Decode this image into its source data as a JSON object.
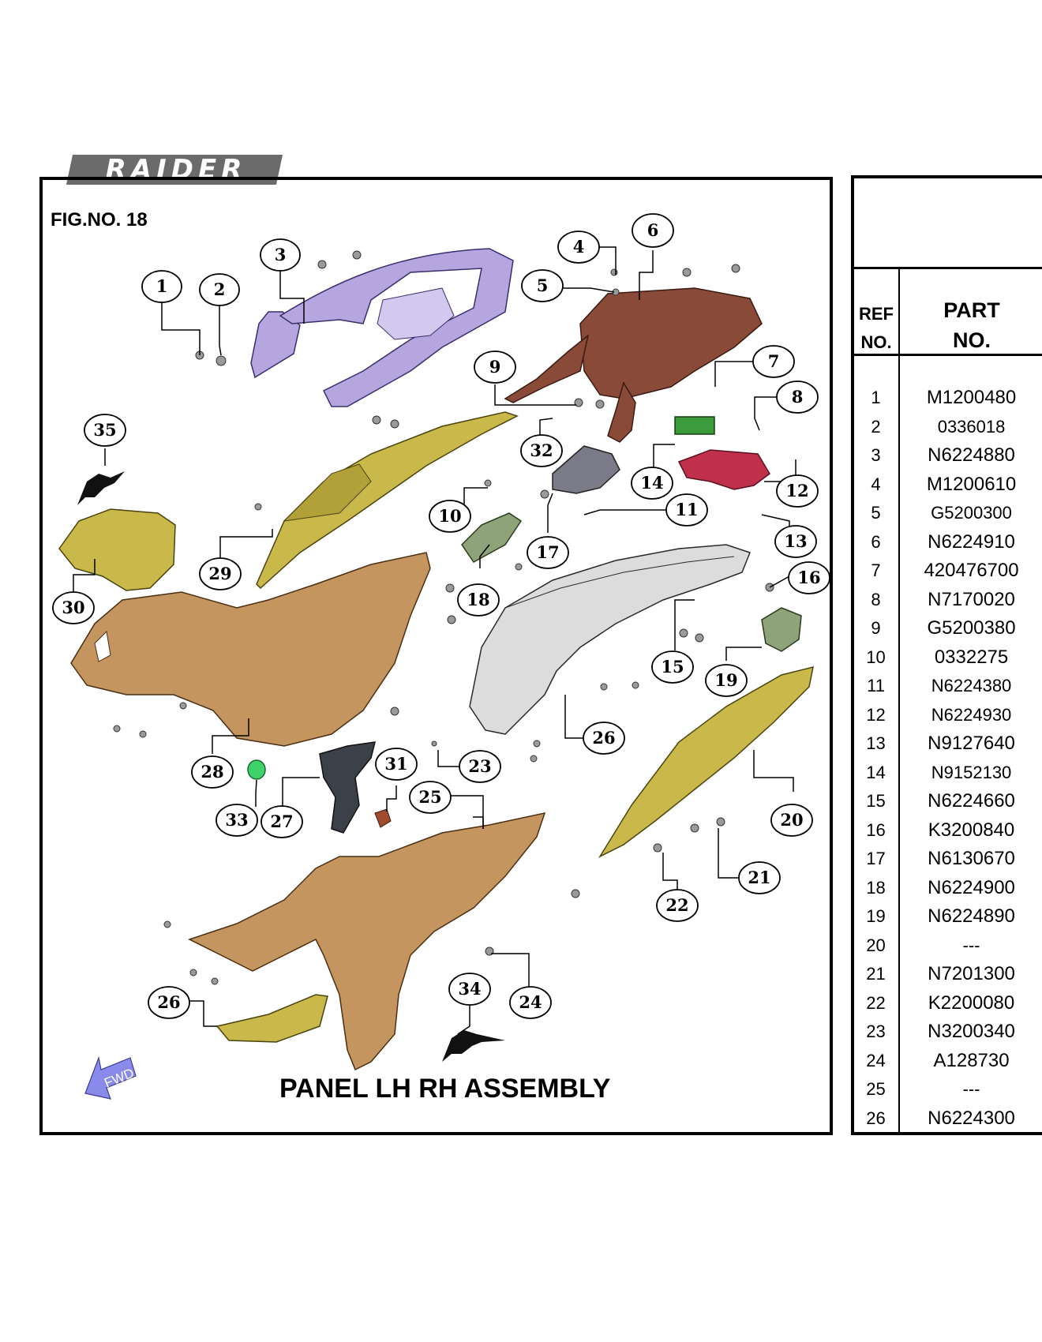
{
  "brand": {
    "logo_text": "RAIDER"
  },
  "figure": {
    "number_label": "FIG.NO. 18",
    "title": "PANEL LH RH ASSEMBLY",
    "direction_label": "FWD"
  },
  "table": {
    "header_ref": [
      "REF",
      "NO."
    ],
    "header_part": [
      "PART",
      "NO."
    ],
    "rows": [
      {
        "ref": "1",
        "part": "M1200480"
      },
      {
        "ref": "2",
        "part": "0336018"
      },
      {
        "ref": "3",
        "part": "N6224880"
      },
      {
        "ref": "4",
        "part": "M1200610"
      },
      {
        "ref": "5",
        "part": "G5200300"
      },
      {
        "ref": "6",
        "part": "N6224910"
      },
      {
        "ref": "7",
        "part": "420476700"
      },
      {
        "ref": "8",
        "part": "N7170020"
      },
      {
        "ref": "9",
        "part": "G5200380"
      },
      {
        "ref": "10",
        "part": "0332275"
      },
      {
        "ref": "11",
        "part": "N6224380"
      },
      {
        "ref": "12",
        "part": "N6224930"
      },
      {
        "ref": "13",
        "part": "N9127640"
      },
      {
        "ref": "14",
        "part": "N9152130"
      },
      {
        "ref": "15",
        "part": "N6224660"
      },
      {
        "ref": "16",
        "part": "K3200840"
      },
      {
        "ref": "17",
        "part": "N6130670"
      },
      {
        "ref": "18",
        "part": "N6224900"
      },
      {
        "ref": "19",
        "part": "N6224890"
      },
      {
        "ref": "20",
        "part": "---"
      },
      {
        "ref": "21",
        "part": "N7201300"
      },
      {
        "ref": "22",
        "part": "K2200080"
      },
      {
        "ref": "23",
        "part": "N3200340"
      },
      {
        "ref": "24",
        "part": "A128730"
      },
      {
        "ref": "25",
        "part": "---"
      },
      {
        "ref": "26",
        "part": "N6224300"
      }
    ]
  },
  "callouts": [
    "1",
    "2",
    "3",
    "4",
    "5",
    "6",
    "7",
    "8",
    "9",
    "10",
    "11",
    "12",
    "13",
    "14",
    "15",
    "16",
    "17",
    "18",
    "19",
    "20",
    "21",
    "22",
    "23",
    "24",
    "25",
    "26",
    "26",
    "27",
    "28",
    "29",
    "30",
    "31",
    "32",
    "33",
    "34",
    "35"
  ],
  "colors": {
    "grab_rail": "#b5a6e0",
    "seat_base": "#8a4a38",
    "side_panel_upper": "#c9b94a",
    "side_panel_lower": "#c4955f",
    "mudguard": "#dcdcdc",
    "bracket_green": "#8fa37a",
    "tail_cover": "#c0304a",
    "clip_green": "#3fd26a",
    "logo_bg": "#6b6b6b",
    "fwd_arrow": "#8a8aea"
  }
}
